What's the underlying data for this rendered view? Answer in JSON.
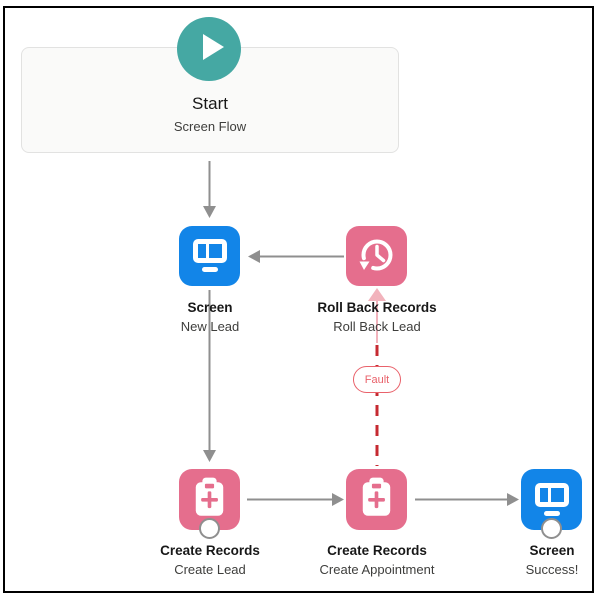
{
  "colors": {
    "teal": "#45A8A3",
    "blue": "#1285E8",
    "pink": "#E56E8D",
    "pink-light": "#F2B3BC",
    "gray": "#8F8F8F",
    "fault": "#C62A31",
    "fault-accent": "#E9626B",
    "title-text": "#181818",
    "sub-text": "#3E3E3C",
    "box-bg": "#FAFAF9",
    "box-border": "#E2E2E1",
    "frame": "#000000"
  },
  "start": {
    "title": "Start",
    "subtitle": "Screen Flow"
  },
  "nodes": {
    "screen_new_lead": {
      "title": "Screen",
      "subtitle": "New Lead",
      "icon": "screen-icon"
    },
    "rollback": {
      "title": "Roll Back Records",
      "subtitle": "Roll Back Lead",
      "icon": "history-icon"
    },
    "create_lead": {
      "title": "Create Records",
      "subtitle": "Create Lead",
      "icon": "clipboard-plus-icon"
    },
    "create_appointment": {
      "title": "Create Records",
      "subtitle": "Create Appointment",
      "icon": "clipboard-plus-icon"
    },
    "screen_success": {
      "title": "Screen",
      "subtitle": "Success!",
      "icon": "screen-icon"
    }
  },
  "connectors": {
    "fault_label": "Fault"
  }
}
